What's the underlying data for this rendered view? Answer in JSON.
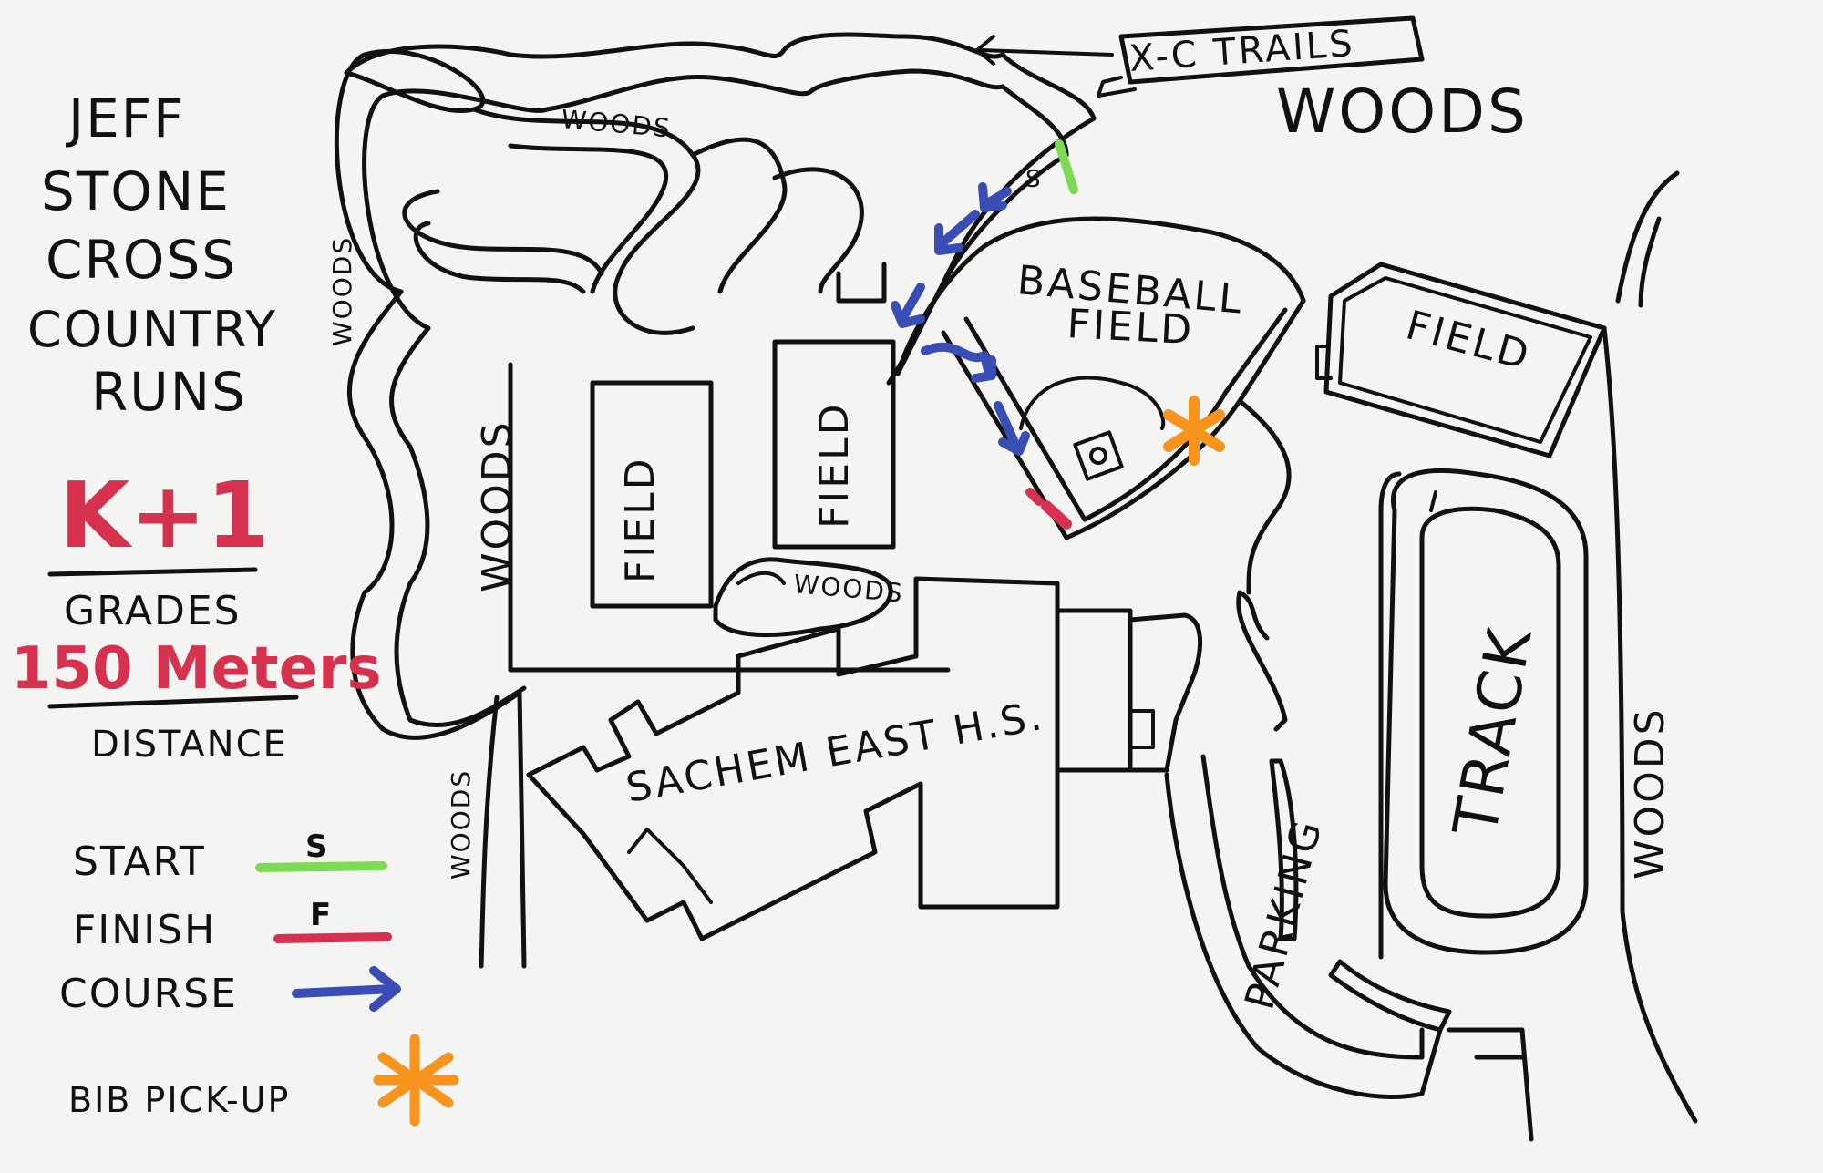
{
  "title_lines": [
    "JEFF",
    "STONE",
    "CROSS",
    "COUNTRY",
    "RUNS"
  ],
  "grade": {
    "value": "K+1",
    "label": "GRADES"
  },
  "distance": {
    "value": "150 Meters",
    "label": "DISTANCE"
  },
  "legend": {
    "start": {
      "label": "START",
      "marker": "S",
      "color": "#7ed957"
    },
    "finish": {
      "label": "FINISH",
      "marker": "F",
      "color": "#d6324f"
    },
    "course": {
      "label": "COURSE",
      "color": "#3a4db5"
    },
    "bib": {
      "label": "BIB PICK-UP",
      "color": "#f7941d"
    }
  },
  "labels": {
    "xc_trails": "X-C TRAILS",
    "woods_top_right": "WOODS",
    "woods_top": "WOODS",
    "woods_left_vertical": "WOODS",
    "woods_center_vertical": "WOODS",
    "woods_small": "WOODS",
    "woods_bottom_left": "WOODS",
    "woods_right": "WOODS",
    "baseball_field": [
      "BASEBALL",
      "FIELD"
    ],
    "field_a": "FIELD",
    "field_b": "FIELD",
    "field_right": "FIELD",
    "school": "SACHEM EAST H.S.",
    "parking": "PARKING",
    "track": "TRACK"
  }
}
